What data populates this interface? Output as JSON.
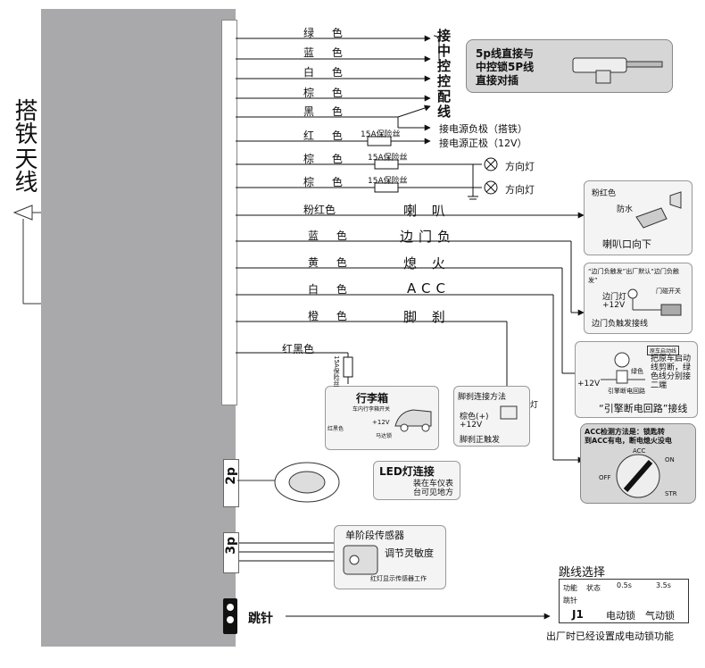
{
  "unit": {
    "side_label": "搭铁",
    "antenna_label": "天线"
  },
  "wires": [
    {
      "color": "绿 色"
    },
    {
      "color": "蓝 色"
    },
    {
      "color": "白 色"
    },
    {
      "color": "棕 色"
    },
    {
      "color": "黑 色"
    },
    {
      "color": "红 色"
    },
    {
      "color": "棕 色"
    },
    {
      "color": "棕 色"
    },
    {
      "color": "粉红色"
    },
    {
      "color": "蓝 色"
    },
    {
      "color": "黄 色"
    },
    {
      "color": "白 色"
    },
    {
      "color": "橙 色"
    },
    {
      "color": "红黑色"
    }
  ],
  "central_lock": {
    "label": "接中控控配线",
    "chars": [
      "接",
      "中",
      "控",
      "控",
      "配",
      "线"
    ],
    "note_lines": [
      "5p线直接与",
      "中控锁5P线",
      "直接对插"
    ]
  },
  "fuses": {
    "fuse15a": "15A保险丝"
  },
  "targets": {
    "ground": "接电源负极（搭铁）",
    "power": "接电源正极（12V）",
    "turn1": "方向灯",
    "turn2": "方向灯",
    "horn": "喇 叭",
    "door": "边门负",
    "ignition": "熄 火",
    "acc": "ACC",
    "brake": "脚 刹"
  },
  "horn_box": {
    "color": "粉红色",
    "water": "防水",
    "caption": "喇叭口向下"
  },
  "door_box": {
    "title": "“边门负触发”出厂默认“边门负触发”",
    "lamp": "边门灯",
    "v12": "+12V",
    "switch": "门碰开关",
    "caption": "边门负触发接线"
  },
  "engine_box": {
    "note_lines": [
      "把原车启动",
      "线剪断，绿",
      "色线分别接",
      "二端"
    ],
    "v12": "+12V",
    "green": "绿色",
    "circuit": "引擎断电回路",
    "caption": "“引擎断电回路”接线",
    "tag": "原车启动线"
  },
  "acc_box": {
    "text_lines": [
      "ACC检测方法是：锁匙转",
      "到ACC有电，断电熄火没电"
    ],
    "acc": "ACC",
    "on": "ON",
    "off": "OFF",
    "str": "STR"
  },
  "trunk_box": {
    "title": "行李箱",
    "switch": "车内行李箱开关",
    "v12": "+12V",
    "redblack": "红黑色",
    "solenoid": "马达锁",
    "fuse": "15A保险丝"
  },
  "brake_box": {
    "title": "脚刹连接方法",
    "color": "棕色(+)",
    "v12": "+12V",
    "caption": "脚刹正触发",
    "lamp": "灯"
  },
  "connectors": {
    "p2": "2p",
    "p3": "3p"
  },
  "led_box": {
    "title": "LED灯连接",
    "note_lines": [
      "装在车仪表",
      "台可见地方"
    ]
  },
  "sensor_box": {
    "title": "单阶段传感器",
    "adjust": "调节灵敏度",
    "lamp": "红灯显示传感器工作"
  },
  "jumper": {
    "label": "跳针",
    "title": "跳线选择",
    "func": "功能",
    "state": "状态",
    "pin": "跳针",
    "t1": "0.5s",
    "t2": "3.5s",
    "j1": "J1",
    "elec": "电动锁",
    "air": "气动锁",
    "footer": "出厂时已经设置成电动锁功能"
  }
}
